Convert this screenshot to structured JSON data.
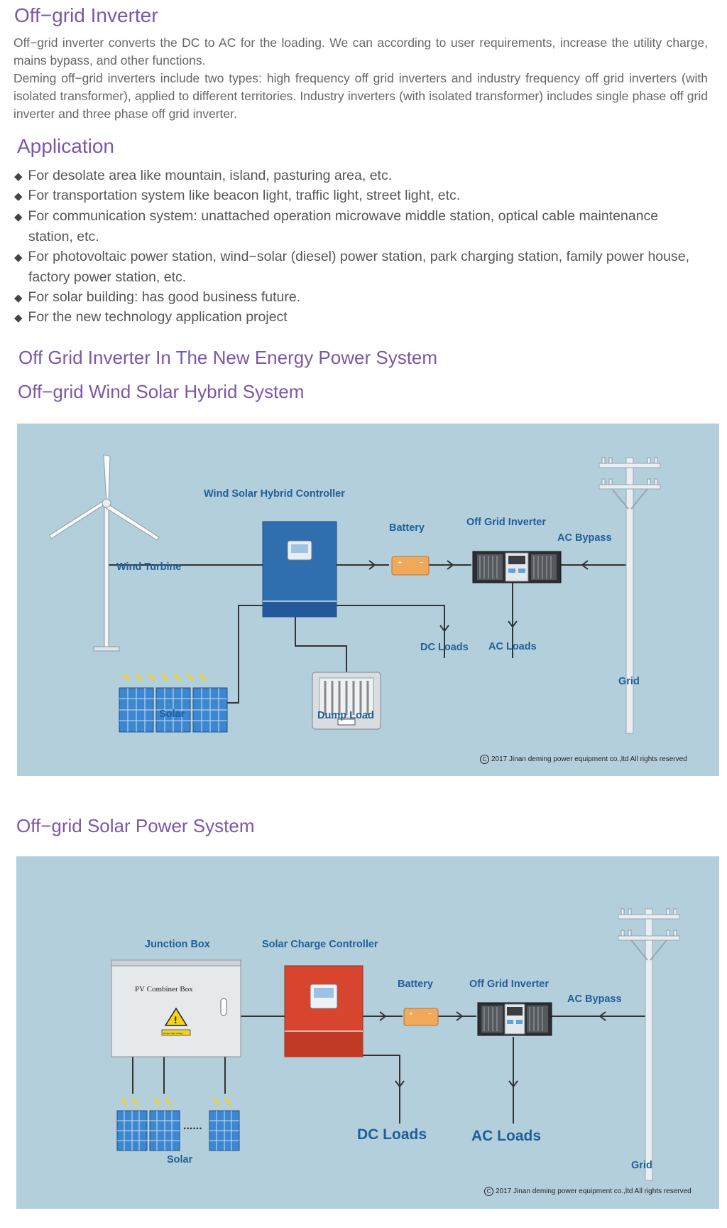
{
  "title": "Off−grid Inverter",
  "intro": {
    "p1": "Off−grid inverter converts the DC to AC for the loading. We can according to user requirements, increase the utility charge, mains bypass, and other functions.",
    "p2": "Deming off−grid inverters include two types: high frequency off grid inverters and industry frequency off grid inverters (with isolated transformer), applied to different territories. Industry inverters (with isolated transformer) includes single phase off grid inverter and three phase off grid inverter."
  },
  "application": {
    "heading": "Application",
    "items": [
      {
        "line1": "For desolate area like mountain, island, pasturing area, etc."
      },
      {
        "line1": "For transportation system like beacon light, traffic light, street light, etc."
      },
      {
        "line1": "For communication system: unattached operation microwave middle station, optical cable maintenance",
        "line2": "station, etc."
      },
      {
        "line1": "For photovoltaic power station, wind−solar (diesel) power station, park charging station, family power house,",
        "line2": "factory power station, etc."
      },
      {
        "line1": "For solar building: has good business future."
      },
      {
        "line1": "For the new technology application project"
      }
    ]
  },
  "section_heading": "Off Grid Inverter In The New Energy Power System",
  "diagram1": {
    "heading": "Off−grid Wind Solar Hybrid System",
    "labels": {
      "controller": "Wind Solar Hybrid Controller",
      "battery": "Battery",
      "inverter": "Off Grid Inverter",
      "ac_bypass": "AC Bypass",
      "wind_turbine": "Wind Turbine",
      "dc_loads": "DC Loads",
      "ac_loads": "AC Loads",
      "grid": "Grid",
      "solar": "Solar",
      "dump_load": "Dump Load"
    },
    "copyright": "2017 Jinan deming power equipment co.,ltd All rights reserved",
    "colors": {
      "background": "#b3cfdc",
      "controller": "#2f6fb0",
      "battery": "#f0a85a"
    }
  },
  "diagram2": {
    "heading": "Off−grid Solar Power System",
    "labels": {
      "junction_box": "Junction Box",
      "combiner_text": "PV Combiner Box",
      "warning_plate": "Danger High Voltage",
      "controller": "Solar Charge Controller",
      "battery": "Battery",
      "inverter": "Off Grid Inverter",
      "ac_bypass": "AC Bypass",
      "dc_loads": "DC Loads",
      "ac_loads": "AC Loads",
      "grid": "Grid",
      "solar": "Solar",
      "ellipsis": "......"
    },
    "copyright": "2017 Jinan deming power equipment co.,ltd All rights reserved",
    "colors": {
      "background": "#b3cfdc",
      "controller": "#d8452f",
      "battery": "#f0a85a"
    }
  }
}
